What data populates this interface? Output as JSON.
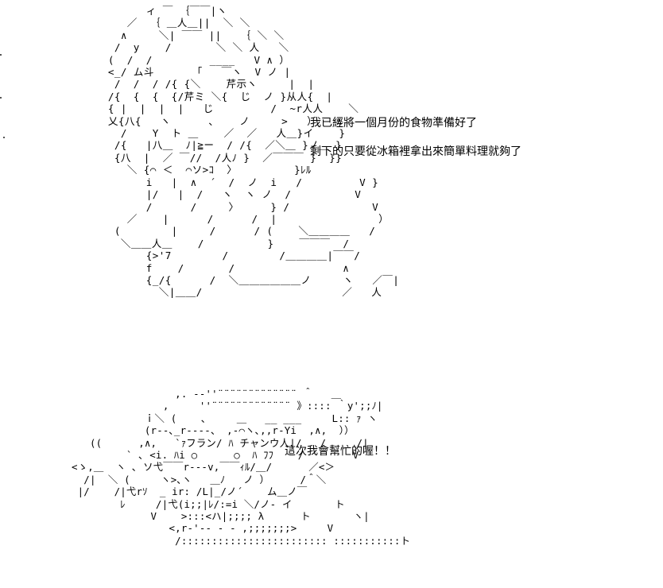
{
  "dialog": {
    "line1": "我已經將一個月份的食物準備好了",
    "line2": "剩下的只要從冰箱裡拿出來簡單料理就夠了",
    "line3": "這次我會幫忙的喔！！"
  },
  "art": {
    "top": "              ィ ￣ ｛￣￣|ヽ\n           ／  ｛ ＿人＿||  ＼ ＼\n          ∧     ＼| ￣￣ ||   ｛ ＼ ＼\n         /  y    /       ＼ ＼ 人   ＼\n        (  /  /         ____   V ∧ ）\n        <_/ ム斗      「   ￣ヽ  V ノ |\n         /  /  / /{ {＼    芹示ヽ     |  |\n        /{  {  {  {/芹ミ ＼{  じ  ノ }从人{  |\n        { |  |  |  |   じ         /  ~r人人    ＼\n        乂{八{   ヽ      ､    ノ     >   ）   ∧\n          /    Y  ト ＿    ／  ／   人＿}イ    }\n         /{   |八＿  ﾉ|≧ー  / /{  ／＼＿ }ノ＿ }\n         {八  |  ／ ￣//  /人ﾉ }  ／￣￣￣ }  }}\n           ＼ {⌒ ＜  ⌒ソ>ｺ  〉         }ﾚﾙ\n              i   |  ∧  ´  /  ノ  i   /         V }\n              |/   |  /   ヽ  ヽ ノ  /          V\n              /      /     〉     } /             V\n           ／    |      /      /  |                ）\n         (        |     /      / (    ＼＿＿＿＿   /\n          ＼＿＿人＿    /          }    ￣￣￣  /\n              {>'7        /        /＿＿＿＿|￣￣/\n              f    /       /                 ∧\n              {_/{      /  ＼＿＿＿＿＿＿ノ     ヽ   ／￣|\n                ＼|＿＿/                      ／   人",
    "bottom": "                       ,. -‐''¨¨¨¨¨¨¨¨¨¨¨¨¨ ＾   ＿\n                     ,     ''¨¨¨¨¨¨¨¨¨¨¨¨¨ 》:::: ｀y';;ﾉ|\n                  ｉ＼ (    ､     ＿   __ ___     L:: ｧ ヽ\n                  (r‐-､_r-‐--、 ,-⌒ヽ､,,r‐Yi  ,∧,  ））\n         ((      ,∧,   `ｧフラン/ ﾊ チャンウ人|/   /     /|\n               ` ､ <i. ﾊi ○      ○  ﾊ ﾌﾌ    /        V\n      <ゝ,＿  ヽ ､ ソ弋￣￣r‐‐‐v,￣￣ｨﾙ/＿/      ／<＞\n        /|  ＼ (     ヽ>､ヽ   ＿ﾉ   ノ ）     /＾＼\n       |/    /|弋rｿ  _ ir: /L|_/ノ´    ム＿ノ￣\n              ﾚ     /|弋(i;;|ﾚ/:=i ＼/ノ- イ       ト\n                   V    >:::<ハ|;;;; λ      ト       ヽ|\n                      <,r‐'‐‐ ‐ ‐ ,;;;;;;;>     V\n                       /:::::::::::::::::::::::: :::::::::::ト"
  }
}
